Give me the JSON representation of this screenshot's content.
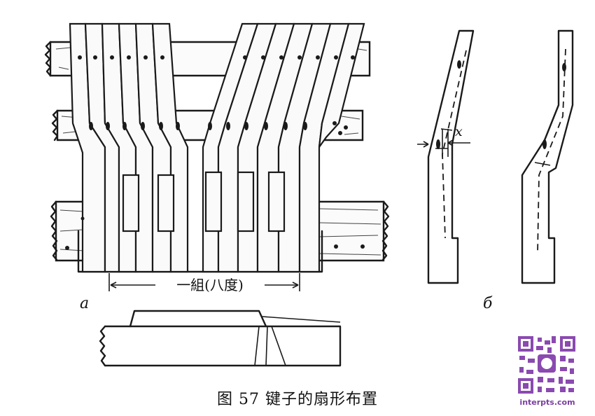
{
  "caption": "图 57   键子的扇形布置",
  "labels": {
    "panel_a": "a",
    "panel_b": "б",
    "octave_span": "一組(八度)",
    "dimension_x": "x"
  },
  "watermark": {
    "text": "interpts.com",
    "color": "#7a3fa0"
  }
}
